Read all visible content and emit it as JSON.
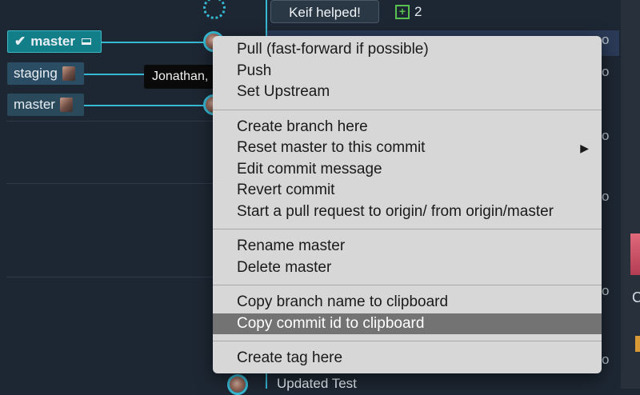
{
  "graph": {
    "top_badge": {
      "label": "Keif helped!",
      "count": "2"
    },
    "branches": [
      {
        "label": "master",
        "active": true
      },
      {
        "label": "staging"
      },
      {
        "label": "master"
      }
    ],
    "tooltip": "Jonathan,",
    "bottom_commit": "Updated Test",
    "right_partial_1": "o",
    "right_partial_2": "o",
    "right_partial_3": "o",
    "right_partial_4": "o",
    "right_partial_5": "o",
    "right_partial_6": "o",
    "right_cut_char": "C"
  },
  "menu": {
    "group1": [
      "Pull (fast-forward if possible)",
      "Push",
      "Set Upstream"
    ],
    "group2": [
      "Create branch here",
      "Reset master to this commit",
      "Edit commit message",
      "Revert commit",
      "Start a pull request to origin/ from origin/master"
    ],
    "group3": [
      "Rename master",
      "Delete master"
    ],
    "group4": [
      "Copy branch name to clipboard",
      "Copy commit id to clipboard"
    ],
    "group5": [
      "Create tag here"
    ],
    "highlighted_item": "Copy commit id to clipboard",
    "submenu_arrow": "▶"
  },
  "colors": {
    "background": "#1d2733",
    "graph_line": "#36b9d4",
    "menu_bg": "#d7d7d7",
    "menu_highlight": "#737373"
  }
}
